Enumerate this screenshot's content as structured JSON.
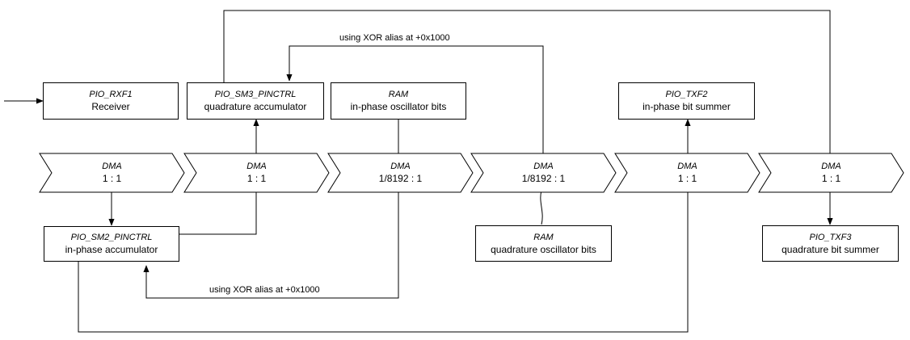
{
  "boxes": {
    "rxf1": {
      "title": "PIO_RXF1",
      "label": "Receiver"
    },
    "sm3": {
      "title": "PIO_SM3_PINCTRL",
      "label": "quadrature accumulator"
    },
    "ram1": {
      "title": "RAM",
      "label": "in-phase oscillator bits"
    },
    "txf2": {
      "title": "PIO_TXF2",
      "label": "in-phase bit summer"
    },
    "sm2": {
      "title": "PIO_SM2_PINCTRL",
      "label": "in-phase accumulator"
    },
    "ram2": {
      "title": "RAM",
      "label": "quadrature oscillator bits"
    },
    "txf3": {
      "title": "PIO_TXF3",
      "label": "quadrature bit summer"
    }
  },
  "dma": [
    {
      "title": "DMA",
      "ratio": "1 : 1"
    },
    {
      "title": "DMA",
      "ratio": "1 : 1"
    },
    {
      "title": "DMA",
      "ratio": "1/8192 : 1"
    },
    {
      "title": "DMA",
      "ratio": "1/8192 : 1"
    },
    {
      "title": "DMA",
      "ratio": "1 : 1"
    },
    {
      "title": "DMA",
      "ratio": "1 : 1"
    }
  ],
  "notes": {
    "top": "using XOR alias at +0x1000",
    "bottom": "using XOR alias at +0x1000"
  }
}
